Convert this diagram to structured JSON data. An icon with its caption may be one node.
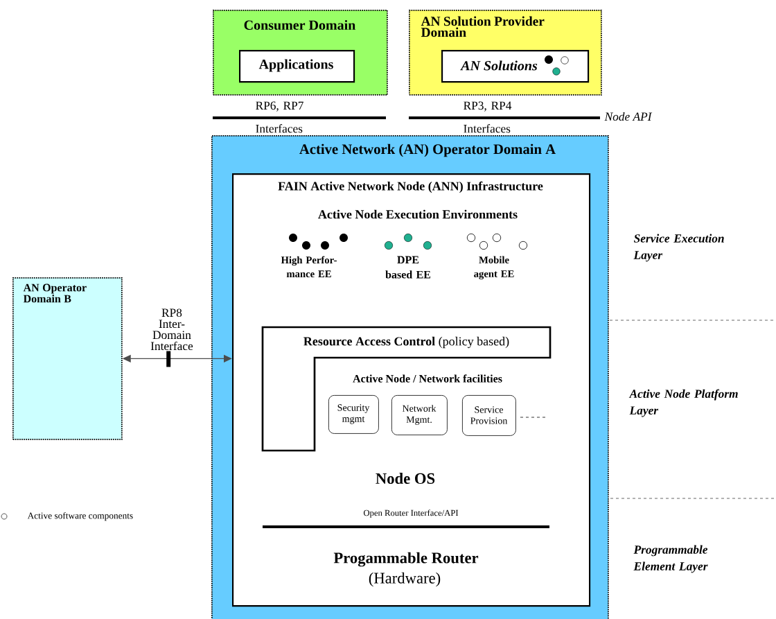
{
  "diagram": {
    "nodes": [
      {
        "text": [
          "Consumer Domain"
        ]
      },
      {
        "text": [
          "Applications"
        ],
        "in": 0
      },
      {
        "text": [
          "AN Solution Provider Domain"
        ]
      },
      {
        "text": [
          "AN Solutions"
        ],
        "in": 2
      },
      {
        "text": [
          "Active Network (AN) Operator Domain A"
        ]
      },
      {
        "text": [
          "FAIN Active Network Node (ANN) Infrastructure"
        ],
        "in": 4
      },
      {
        "text": [
          "**Resource Access Control** (policy based)"
        ],
        "in": 5
      },
      {
        "text": [
          "Security mgmt"
        ],
        "in": 5
      },
      {
        "text": [
          "Network Mgmt."
        ],
        "in": 5
      },
      {
        "text": [
          "Service Provision"
        ],
        "in": 5
      },
      {
        "text": [
          "AN Operator Domain B"
        ]
      }
    ],
    "edges": [
      {
        "from": 10,
        "to": 5,
        "arrow": "both",
        "label": "RP8 Inter-Domain Interface"
      }
    ],
    "labels": [
      "RP6, RP7 Interfaces",
      "RP3, RP4 Interfaces",
      "Node API",
      "Active Node Execution Environments",
      "High Perfor- mance EE",
      "DPE based EE",
      "Mobile agent EE",
      "Active Node / Network facilities",
      "Node OS",
      "Open Router Interface/API",
      "Progammable Router",
      "(Hardware)",
      "Service Execution Layer",
      "Active Node Platform Layer",
      "Programmable Element Layer"
    ],
    "legend": [
      {
        "text": "Active software components"
      }
    ]
  }
}
